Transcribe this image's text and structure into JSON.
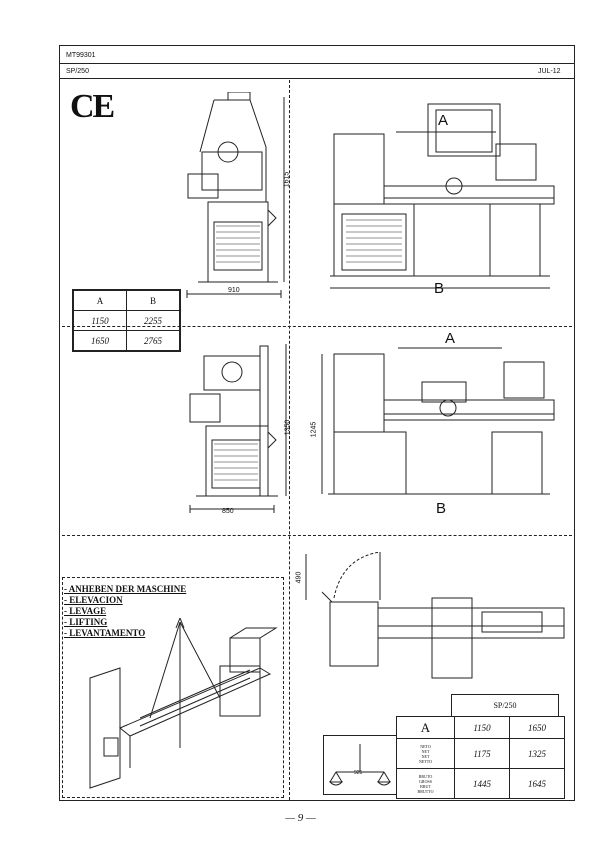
{
  "header": {
    "code": "MT99301",
    "model": "SP/250",
    "date": "JUL-12"
  },
  "ce_mark": "CE",
  "view1": {
    "side_width": "910",
    "side_height": "1615",
    "label_a": "A",
    "label_b": "B"
  },
  "ab_table": {
    "headers": [
      "A",
      "B"
    ],
    "rows": [
      [
        "1150",
        "2255"
      ],
      [
        "1650",
        "2765"
      ]
    ]
  },
  "view2": {
    "side_width": "850",
    "side_height": "1350",
    "front_height": "1245",
    "label_a": "A",
    "label_b": "B"
  },
  "lifting": {
    "items": [
      "- ANHEBEN DER MASCHINE",
      "- ELEVACION",
      "- LEVAGE",
      "- LIFTING",
      "- LEVANTAMENTO"
    ]
  },
  "top_view": {
    "height": "490"
  },
  "weights": {
    "model": "SP/250",
    "row_a_label": "A",
    "row_a": [
      "1150",
      "1650"
    ],
    "neto_label": [
      "NETO",
      "NET",
      "NET",
      "NETTO"
    ],
    "neto": [
      "1175",
      "1325"
    ],
    "bruto_label": [
      "BRUTO",
      "GROSS",
      "BRUT",
      "BRUTTO"
    ],
    "bruto": [
      "1445",
      "1645"
    ],
    "scale_value": "925"
  },
  "page_number": "— 9 —"
}
